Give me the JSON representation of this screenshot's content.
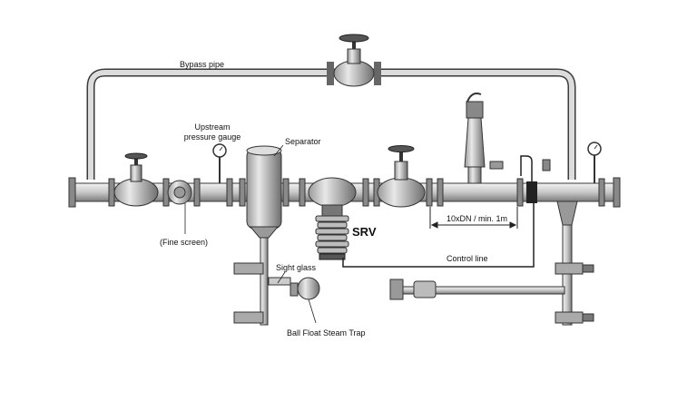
{
  "labels": {
    "bypass_pipe": "Bypass pipe",
    "upstream_gauge_line1": "Upstream",
    "upstream_gauge_line2": "pressure gauge",
    "separator": "Separator",
    "fine_screen": "(Fine screen)",
    "srv": "SRV",
    "distance": "10xDN / min. 1m",
    "control_line": "Control line",
    "sight_glass": "Sight glass",
    "steam_trap": "Ball Float Steam Trap"
  },
  "colors": {
    "pipe_fill": "#d9d9d9",
    "pipe_stroke": "#3a3a3a",
    "line": "#222222",
    "background": "#ffffff"
  }
}
